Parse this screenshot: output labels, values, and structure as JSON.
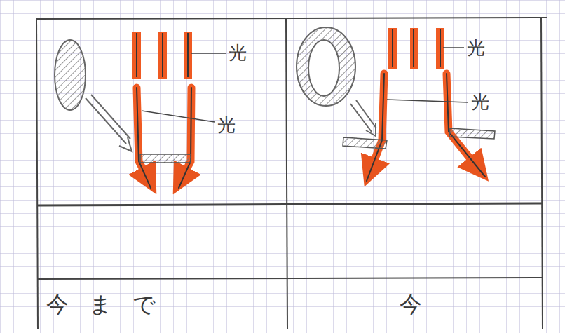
{
  "diagram": {
    "labels": [
      "光",
      "光",
      "光",
      "光",
      "今まで",
      "今"
    ]
  }
}
